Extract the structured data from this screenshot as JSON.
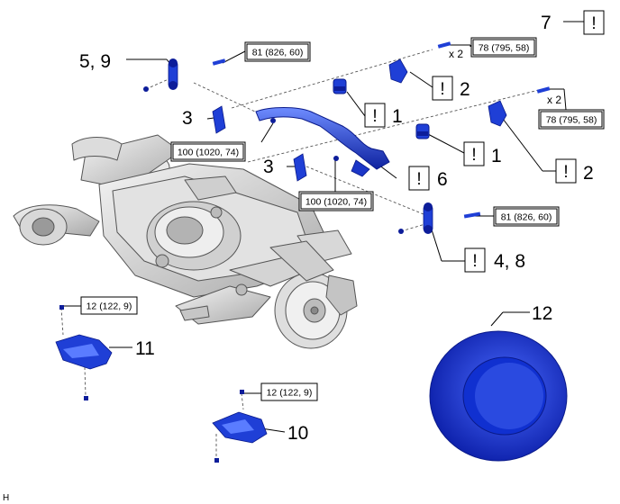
{
  "callouts": {
    "c1a": "1",
    "c1b": "1",
    "c2a": "2",
    "c2b": "2",
    "c3a": "3",
    "c3b": "3",
    "c48": "4, 8",
    "c59": "5, 9",
    "c6": "6",
    "c7": "7",
    "c10": "10",
    "c11": "11",
    "c12": "12"
  },
  "torques": {
    "t81a": "81 (826, 60)",
    "t81b": "81 (826, 60)",
    "t78a": "78 (795, 58)",
    "t78b": "78 (795, 58)",
    "t100a": "100 (1020, 74)",
    "t100b": "100 (1020, 74)",
    "t12a": "12 (122, 9)",
    "t12b": "12 (122, 9)"
  },
  "quantities": {
    "x2a": "x 2",
    "x2b": "x 2"
  },
  "notice": {
    "symbol": "!"
  },
  "corner": {
    "label": "H"
  },
  "colors": {
    "part": "#1f3fd6",
    "part_dark": "#0d1d9a",
    "frame": "#bfbfbf"
  }
}
